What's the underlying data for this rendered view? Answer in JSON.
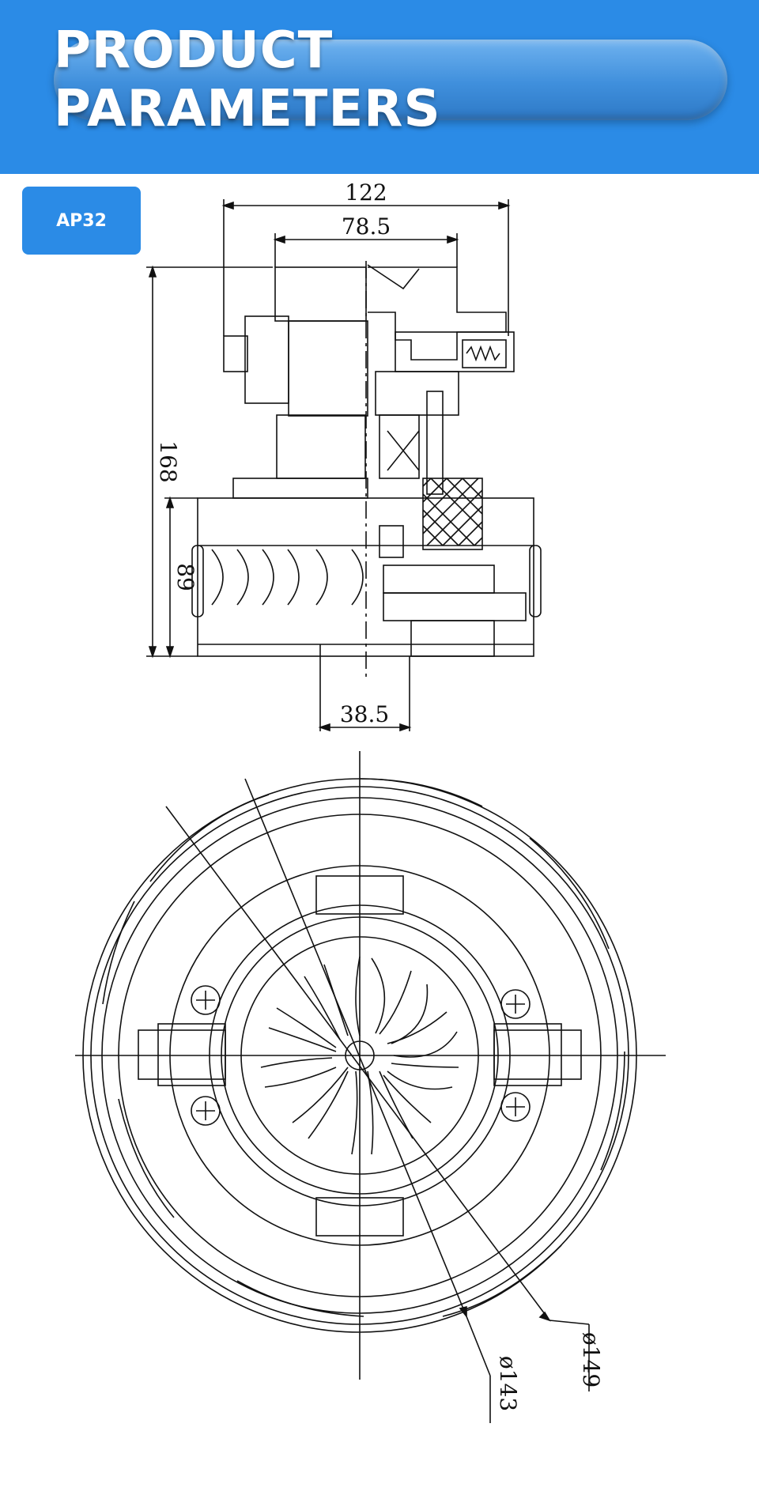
{
  "header": {
    "title": "PRODUCT PARAMETERS"
  },
  "model": {
    "label": "AP32"
  },
  "dimensions": {
    "overall_width": "122",
    "inner_width": "78.5",
    "height": "168",
    "lower_height": "89",
    "shaft_offset": "38.5",
    "inner_diameter": "ø143",
    "outer_diameter": "ø149"
  },
  "colors": {
    "header_bg": "#2b8be6",
    "line": "#111111"
  }
}
